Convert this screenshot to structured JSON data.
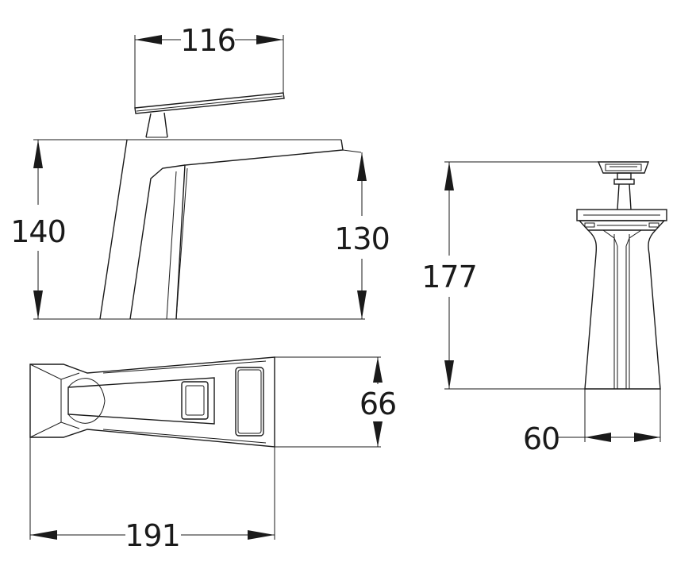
{
  "drawing": {
    "dimensions": {
      "handle_length": "116",
      "total_height": "140",
      "spout_height": "130",
      "side_height": "177",
      "base_width": "60",
      "top_depth": "66",
      "total_length": "191"
    }
  }
}
